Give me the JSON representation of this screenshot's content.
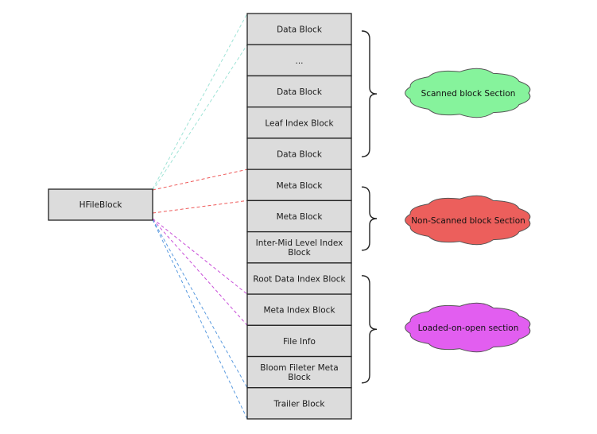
{
  "source": {
    "label": "HFileBlock"
  },
  "blocks": [
    {
      "label": "Data Block"
    },
    {
      "label": "..."
    },
    {
      "label": "Data Block"
    },
    {
      "label": "Leaf Index Block"
    },
    {
      "label": "Data Block"
    },
    {
      "label": "Meta Block"
    },
    {
      "label": "Meta Block"
    },
    {
      "label": "Inter-Mid Level Index Block",
      "lines": [
        "Inter-Mid Level Index",
        "Block"
      ]
    },
    {
      "label": "Root Data Index Block"
    },
    {
      "label": "Meta Index Block"
    },
    {
      "label": "File Info"
    },
    {
      "label": "Bloom Fileter Meta Block",
      "lines": [
        "Bloom Fileter Meta",
        "Block"
      ]
    },
    {
      "label": "Trailer Block"
    }
  ],
  "sections": [
    {
      "label": "Scanned block Section",
      "color": "#86f39c",
      "first_block": 0,
      "last_block": 4
    },
    {
      "label": "Non-Scanned block Section",
      "color": "#ec5f5c",
      "first_block": 5,
      "last_block": 7
    },
    {
      "label": "Loaded-on-open section",
      "color": "#e25ef0",
      "first_block": 8,
      "last_block": 11
    }
  ],
  "links": [
    {
      "to_block": 0,
      "color": "#9fe3d6"
    },
    {
      "to_block": 1,
      "color": "#9fe3d6"
    },
    {
      "to_block": 5,
      "color": "#ee5a5a"
    },
    {
      "to_block": 6,
      "color": "#ee5a5a"
    },
    {
      "to_block": 9,
      "color": "#c84ed8"
    },
    {
      "to_block": 10,
      "color": "#c84ed8"
    },
    {
      "to_block": 12,
      "color": "#5b9bdf"
    },
    {
      "to_block": 13,
      "color": "#5b9bdf"
    }
  ]
}
